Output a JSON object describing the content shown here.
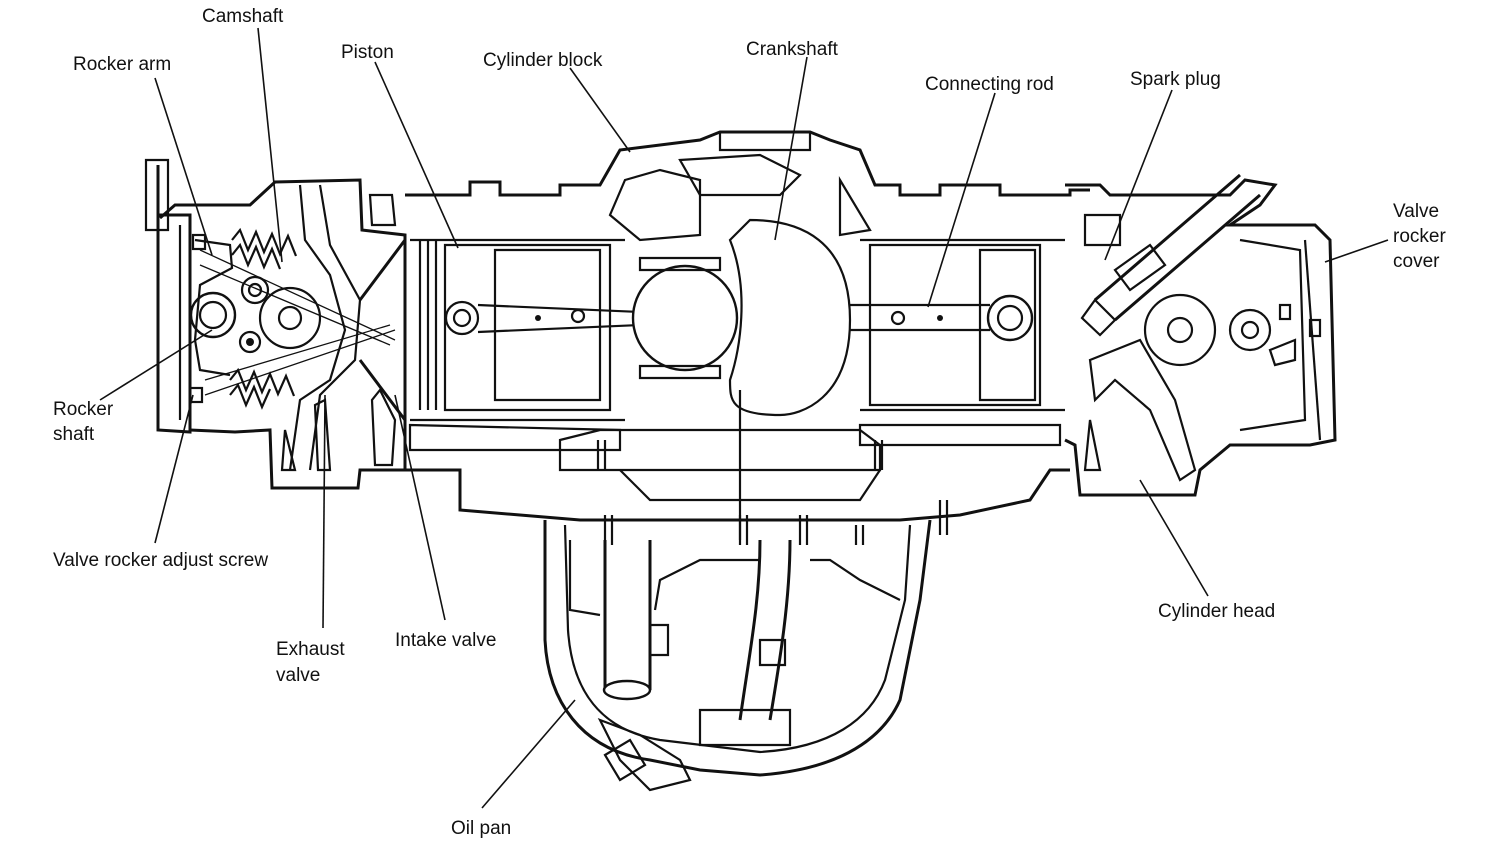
{
  "diagram": {
    "type": "engine-cross-section",
    "ink_color": "#111111",
    "background": "#ffffff",
    "labels": {
      "camshaft": "Camshaft",
      "rocker_arm": "Rocker arm",
      "piston": "Piston",
      "cylinder_block": "Cylinder block",
      "crankshaft": "Crankshaft",
      "connecting_rod": "Connecting rod",
      "spark_plug": "Spark plug",
      "valve_rocker_cover_1": "Valve",
      "valve_rocker_cover_2": "rocker",
      "valve_rocker_cover_3": "cover",
      "rocker_shaft_1": "Rocker",
      "rocker_shaft_2": "shaft",
      "valve_rocker_adjust_screw": "Valve rocker adjust screw",
      "exhaust_valve_1": "Exhaust",
      "exhaust_valve_2": "valve",
      "intake_valve": "Intake valve",
      "cylinder_head": "Cylinder head",
      "oil_pan": "Oil pan"
    }
  }
}
